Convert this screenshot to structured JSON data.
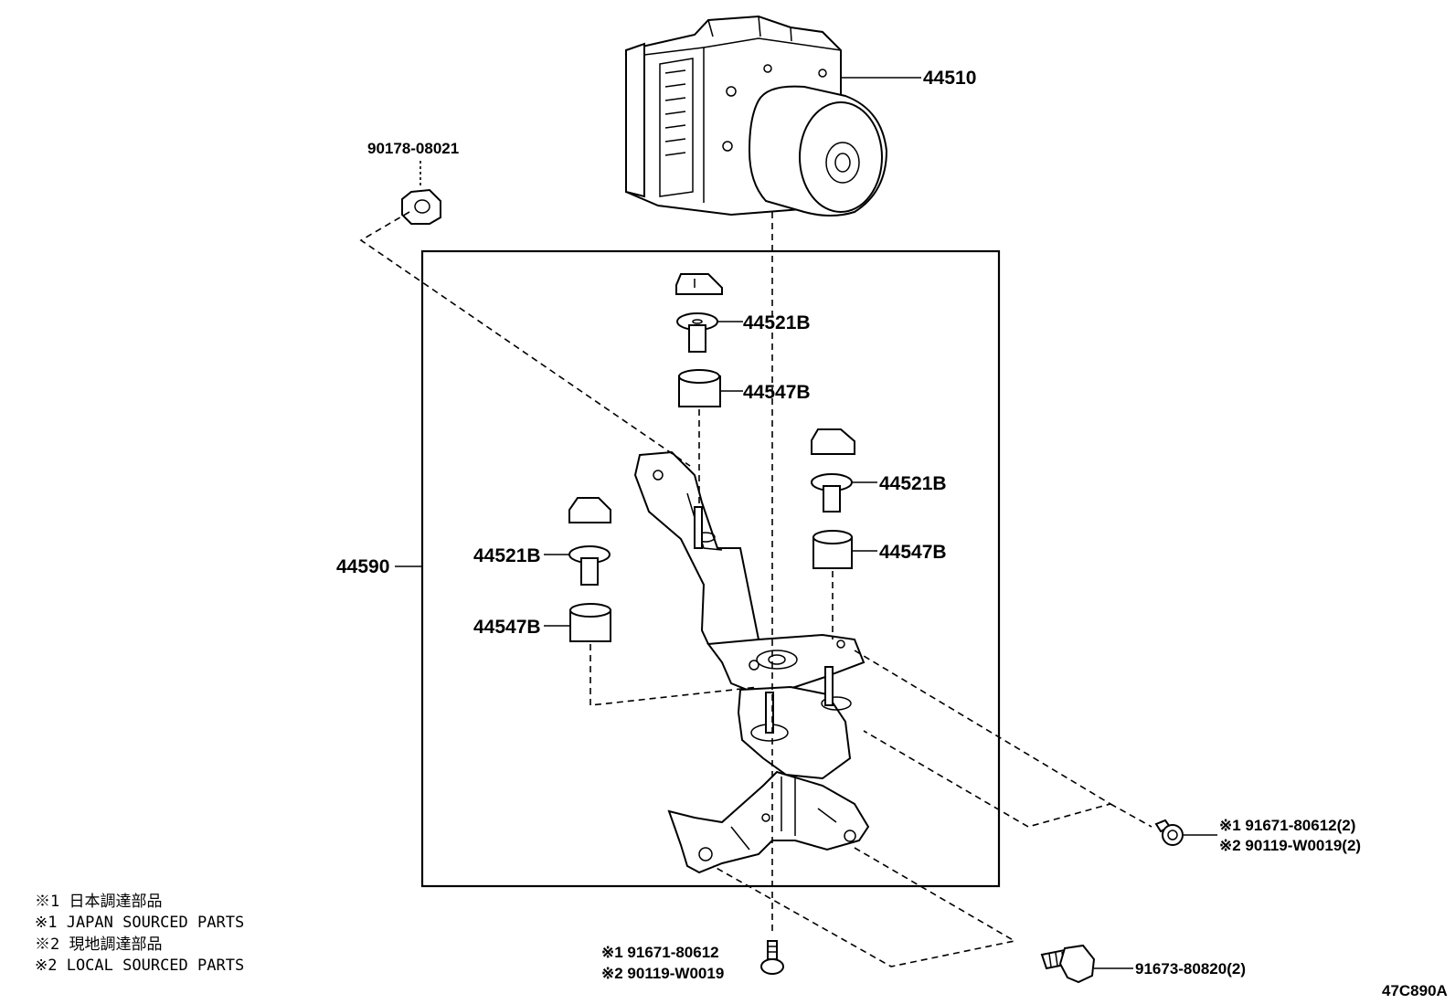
{
  "labels": {
    "p44510": "44510",
    "p90178": "90178-08021",
    "p44590": "44590",
    "p44521b_a": "44521B",
    "p44547b_a": "44547B",
    "p44521b_b": "44521B",
    "p44547b_b": "44547B",
    "p44521b_c": "44521B",
    "p44547b_c": "44547B",
    "bolt_right_1": "※1 91671-80612(2)",
    "bolt_right_2": "※2 90119-W0019(2)",
    "bolt_bottom_1": "※1 91671-80612",
    "bolt_bottom_2": "※2 90119-W0019",
    "bolt_large": "91673-80820(2)"
  },
  "notes": [
    "※1 日本調達部品",
    "※1 JAPAN SOURCED PARTS",
    "※2 現地調達部品",
    "※2 LOCAL SOURCED PARTS"
  ],
  "figure_code": "47C890A"
}
